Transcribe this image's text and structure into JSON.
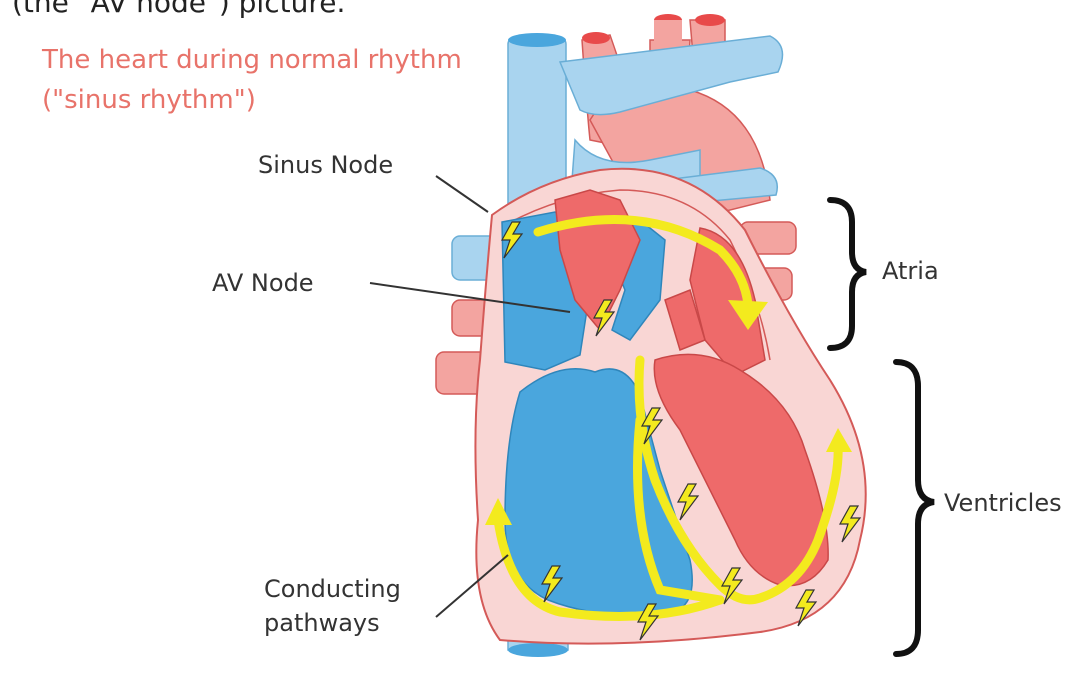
{
  "top_caption": "(the \"AV node\") picture.",
  "title_line1": "The heart during normal rhythm",
  "title_line2": "(\"sinus rhythm\")",
  "labels": {
    "sinus_node": "Sinus Node",
    "av_node": "AV Node",
    "atria": "Atria",
    "ventricles": "Ventricles",
    "conducting_line1": "Conducting",
    "conducting_line2": "pathways"
  },
  "colors": {
    "deoxygenated_blue": "#4aa6dd",
    "vein_light_blue": "#a9d4ef",
    "oxygenated_red": "#ee6a6a",
    "artery_pink": "#f3a4a0",
    "heart_wall": "#f9d6d4",
    "conduction_yellow": "#f3ea1e",
    "title_color": "#e8736a"
  }
}
